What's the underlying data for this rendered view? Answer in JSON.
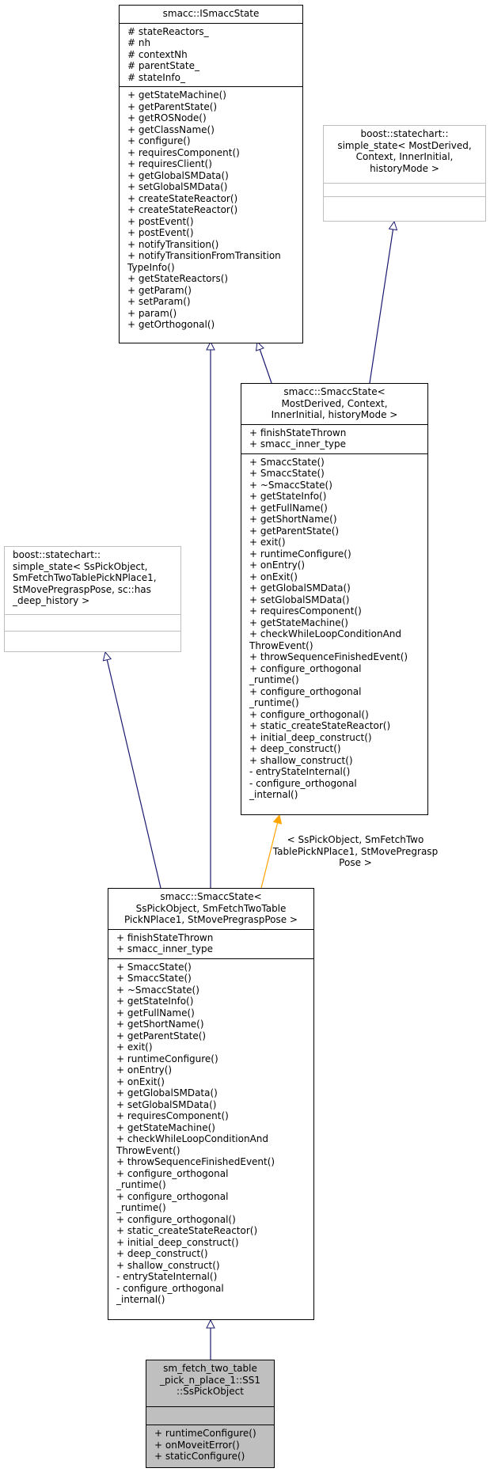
{
  "colors": {
    "inheritance_edge": "#191970",
    "template_edge": "#ffa500",
    "external_border": "#bfbfbf",
    "current_class_fill": "#bfbfbf"
  },
  "isstate": {
    "title": "smacc::ISmaccState",
    "attributes": [
      "# stateReactors_",
      "# nh",
      "# contextNh",
      "# parentState_",
      "# stateInfo_"
    ],
    "methods": [
      "+ getStateMachine()",
      "+ getParentState()",
      "+ getROSNode()",
      "+ getClassName()",
      "+ configure()",
      "+ requiresComponent()",
      "+ requiresClient()",
      "+ getGlobalSMData()",
      "+ setGlobalSMData()",
      "+ createStateReactor()",
      "+ createStateReactor()",
      "+ postEvent()",
      "+ postEvent()",
      "+ notifyTransition()",
      "+ notifyTransitionFromTransition",
      "TypeInfo()",
      "+ getStateReactors()",
      "+ getParam()",
      "+ setParam()",
      "+ param()",
      "+ getOrthogonal()"
    ]
  },
  "simple_state_generic": {
    "title": "boost::statechart::\nsimple_state< MostDerived,\n Context, InnerInitial,\n historyMode >"
  },
  "smaccstate_template": {
    "title": "smacc::SmaccState<\n MostDerived, Context,\n InnerInitial, historyMode >",
    "attributes": [
      "+ finishStateThrown",
      "+ smacc_inner_type"
    ],
    "methods": [
      "+ SmaccState()",
      "+ SmaccState()",
      "+ ~SmaccState()",
      "+ getStateInfo()",
      "+ getFullName()",
      "+ getShortName()",
      "+ getParentState()",
      "+ exit()",
      "+ runtimeConfigure()",
      "+ onEntry()",
      "+ onExit()",
      "+ getGlobalSMData()",
      "+ setGlobalSMData()",
      "+ requiresComponent()",
      "+ getStateMachine()",
      "+ checkWhileLoopConditionAnd",
      "ThrowEvent()",
      "+ throwSequenceFinishedEvent()",
      "+ configure_orthogonal",
      "_runtime()",
      "+ configure_orthogonal",
      "_runtime()",
      "+ configure_orthogonal()",
      "+ static_createStateReactor()",
      "+ initial_deep_construct()",
      "+ deep_construct()",
      "+ shallow_construct()",
      "- entryStateInternal()",
      "- configure_orthogonal",
      "_internal()"
    ]
  },
  "simple_state_specific": {
    "title": "boost::statechart::\nsimple_state< SsPickObject,\n SmFetchTwoTablePickNPlace1,\n StMovePregraspPose, sc::has\n_deep_history >"
  },
  "template_edge_label": "< SsPickObject, SmFetchTwo\nTablePickNPlace1, StMovePregrasp\nPose >",
  "smaccstate_instance": {
    "title": "smacc::SmaccState<\n SsPickObject, SmFetchTwoTable\nPickNPlace1, StMovePregraspPose >",
    "attributes": [
      "+ finishStateThrown",
      "+ smacc_inner_type"
    ],
    "methods": [
      "+ SmaccState()",
      "+ SmaccState()",
      "+ ~SmaccState()",
      "+ getStateInfo()",
      "+ getFullName()",
      "+ getShortName()",
      "+ getParentState()",
      "+ exit()",
      "+ runtimeConfigure()",
      "+ onEntry()",
      "+ onExit()",
      "+ getGlobalSMData()",
      "+ setGlobalSMData()",
      "+ requiresComponent()",
      "+ getStateMachine()",
      "+ checkWhileLoopConditionAnd",
      "ThrowEvent()",
      "+ throwSequenceFinishedEvent()",
      "+ configure_orthogonal",
      "_runtime()",
      "+ configure_orthogonal",
      "_runtime()",
      "+ configure_orthogonal()",
      "+ static_createStateReactor()",
      "+ initial_deep_construct()",
      "+ deep_construct()",
      "+ shallow_construct()",
      "- entryStateInternal()",
      "- configure_orthogonal",
      "_internal()"
    ]
  },
  "sspickobject": {
    "title": "sm_fetch_two_table\n_pick_n_place_1::SS1\n::SsPickObject",
    "methods": [
      "+ runtimeConfigure()",
      "+ onMoveitError()",
      "+ staticConfigure()"
    ]
  }
}
